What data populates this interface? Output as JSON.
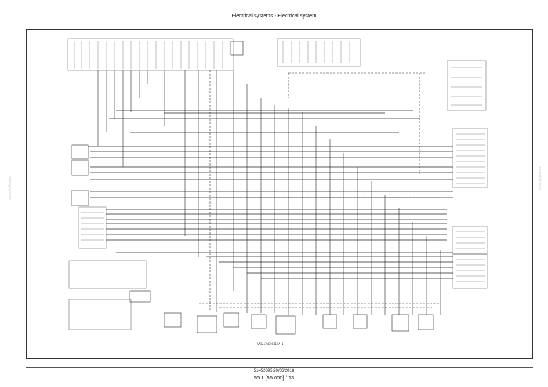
{
  "header": {
    "title": "Electrical systems - Electrical system"
  },
  "diagram": {
    "drawing_code": "RAIL17WE0811AA   1"
  },
  "footer": {
    "doc_code": "51452095 20/06/2018",
    "page_ref": "55.1 [55.000] / 13"
  },
  "watermark": {
    "text": "manualslib.com"
  }
}
